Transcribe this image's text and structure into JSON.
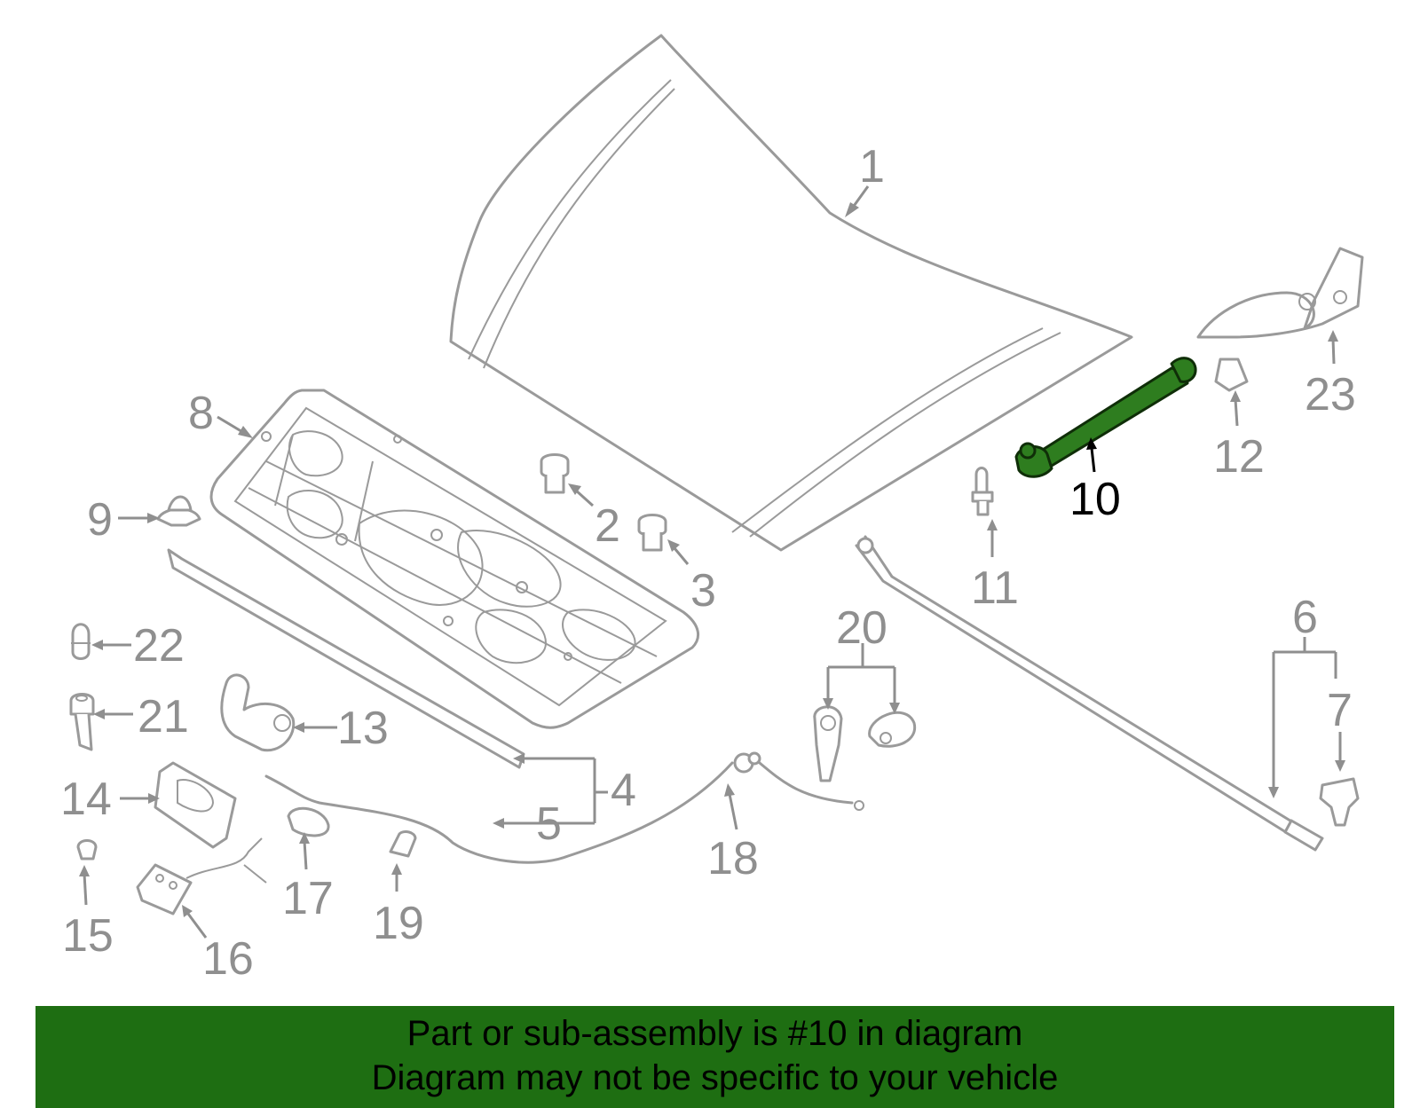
{
  "callouts": {
    "c1": "1",
    "c2": "2",
    "c3": "3",
    "c4": "4",
    "c5": "5",
    "c6": "6",
    "c7": "7",
    "c8": "8",
    "c9": "9",
    "c10": "10",
    "c11": "11",
    "c12": "12",
    "c13": "13",
    "c14": "14",
    "c15": "15",
    "c16": "16",
    "c17": "17",
    "c18": "18",
    "c19": "19",
    "c20": "20",
    "c21": "21",
    "c22": "22",
    "c23": "23"
  },
  "highlight": {
    "part_number": "10",
    "color": "#2e7d1f"
  },
  "banner": {
    "line1": "Part or sub-assembly is #10 in diagram",
    "line2": "Diagram may not be specific to your vehicle",
    "background": "#1e6e12"
  }
}
